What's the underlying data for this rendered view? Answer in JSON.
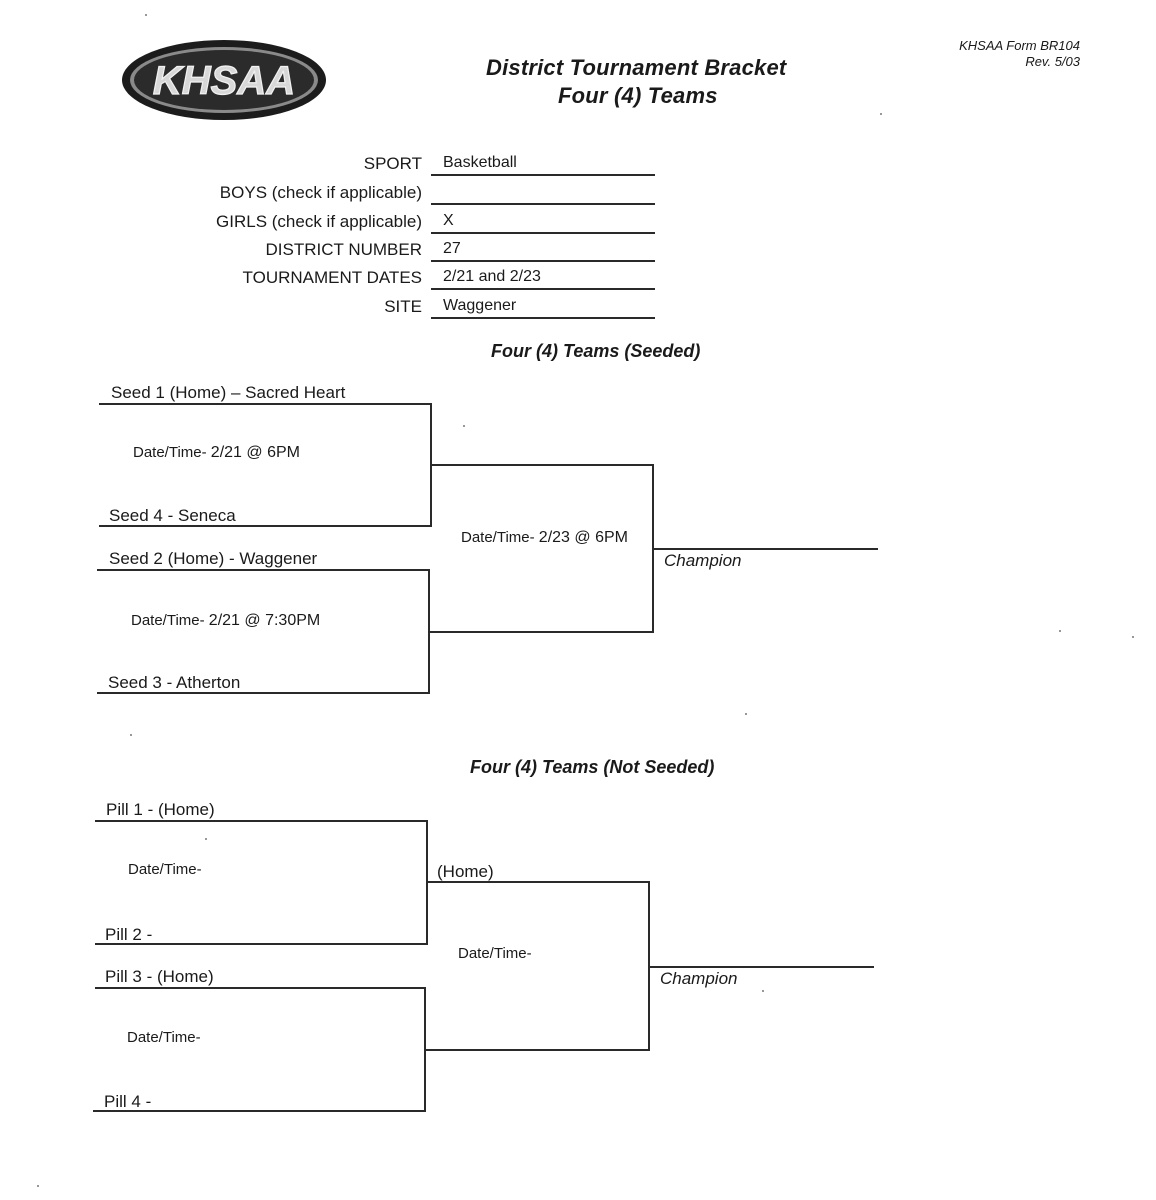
{
  "header": {
    "logo_text": "KHSAA",
    "title_line1": "District Tournament Bracket",
    "title_line2": "Four (4) Teams",
    "form_number": "KHSAA Form BR104",
    "revision": "Rev. 5/03"
  },
  "form_fields": [
    {
      "label": "SPORT",
      "value": "Basketball"
    },
    {
      "label": "BOYS (check if applicable)",
      "value": ""
    },
    {
      "label": "GIRLS (check if applicable)",
      "value": "X"
    },
    {
      "label": "DISTRICT NUMBER",
      "value": "27"
    },
    {
      "label": "TOURNAMENT DATES",
      "value": "2/21 and 2/23"
    },
    {
      "label": "SITE",
      "value": "Waggener"
    }
  ],
  "seeded": {
    "heading": "Four (4) Teams (Seeded)",
    "team1": "Seed 1 (Home) – Sacred Heart",
    "team4": "Seed 4 - Seneca",
    "team2": "Seed 2 (Home) - Waggener",
    "team3": "Seed 3 - Atherton",
    "game1_label": "Date/Time-",
    "game1_time": "2/21 @ 6PM",
    "game2_label": "Date/Time-",
    "game2_time": "2/21 @ 7:30PM",
    "final_label": "Date/Time-",
    "final_time": "2/23 @ 6PM",
    "champion": "Champion"
  },
  "not_seeded": {
    "heading": "Four (4) Teams (Not Seeded)",
    "pill1": "Pill 1 - (Home)",
    "pill2": "Pill 2 -",
    "pill3": "Pill 3 - (Home)",
    "pill4": "Pill 4 -",
    "game1_label": "Date/Time-",
    "game2_label": "Date/Time-",
    "final_home": "(Home)",
    "final_label": "Date/Time-",
    "champion": "Champion"
  }
}
